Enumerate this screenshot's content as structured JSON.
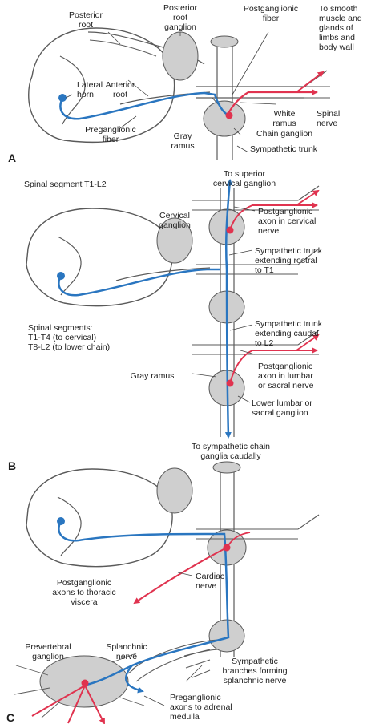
{
  "colors": {
    "preganglionic": "#2a76c0",
    "postganglionic": "#e0334f",
    "ganglion_fill": "#cfcfcf",
    "outline": "#5a5a5a"
  },
  "panels": [
    {
      "id": "A",
      "letter": "A",
      "labels": {
        "posterior_root": [
          "Posterior",
          "root"
        ],
        "posterior_root_ganglion": [
          "Posterior",
          "root",
          "ganglion"
        ],
        "postganglionic_fiber": [
          "Postganglionic",
          "fiber"
        ],
        "smooth_muscle": [
          "To smooth",
          "muscle and",
          "glands of",
          "limbs and",
          "body wall"
        ],
        "lateral_horn": [
          "Lateral",
          "horn"
        ],
        "anterior_root": [
          "Anterior",
          "root"
        ],
        "white_ramus": [
          "White",
          "ramus"
        ],
        "spinal_nerve": [
          "Spinal",
          "nerve"
        ],
        "chain_ganglion": [
          "Chain ganglion"
        ],
        "preganglionic_fiber": [
          "Preganglionic",
          "fiber"
        ],
        "gray_ramus": [
          "Gray",
          "ramus"
        ],
        "sympathetic_trunk": [
          "Sympathetic trunk"
        ]
      }
    },
    {
      "id": "B",
      "letter": "B",
      "labels": {
        "spinal_segment": [
          "Spinal segment T1-L2"
        ],
        "to_superior": [
          "To superior",
          "cervical ganglion"
        ],
        "cervical_ganglion": [
          "Cervical",
          "ganglion"
        ],
        "postganglionic_cervical": [
          "Postganglionic",
          "axon in cervical",
          "nerve"
        ],
        "trunk_rostral": [
          "Sympathetic trunk",
          "extending rostral",
          "to T1"
        ],
        "trunk_caudal": [
          "Sympathetic trunk",
          "extending caudal",
          "to L2"
        ],
        "spinal_segments": [
          "Spinal segments:",
          "T1-T4 (to cervical)",
          "T8-L2 (to lower chain)"
        ],
        "gray_ramus": [
          "Gray ramus"
        ],
        "postganglionic_lumbar": [
          "Postganglionic",
          "axon in lumbar",
          "or sacral nerve"
        ],
        "lower_lumbar": [
          "Lower lumbar or",
          "sacral ganglion"
        ],
        "to_sympathetic_chain": [
          "To sympathetic chain",
          "ganglia caudally"
        ]
      }
    },
    {
      "id": "C",
      "letter": "C",
      "labels": {
        "postganglionic_thoracic": [
          "Postganglionic",
          "axons to thoracic",
          "viscera"
        ],
        "cardiac_nerve": [
          "Cardiac",
          "nerve"
        ],
        "prevertebral_ganglion": [
          "Prevertebral",
          "ganglion"
        ],
        "splanchnic_nerve": [
          "Splanchnic",
          "nerve"
        ],
        "sympathetic_branches": [
          "Sympathetic",
          "branches forming",
          "splanchnic nerve"
        ],
        "preganglionic_adrenal": [
          "Preganglionic",
          "axons to adrenal",
          "medulla"
        ]
      }
    }
  ]
}
